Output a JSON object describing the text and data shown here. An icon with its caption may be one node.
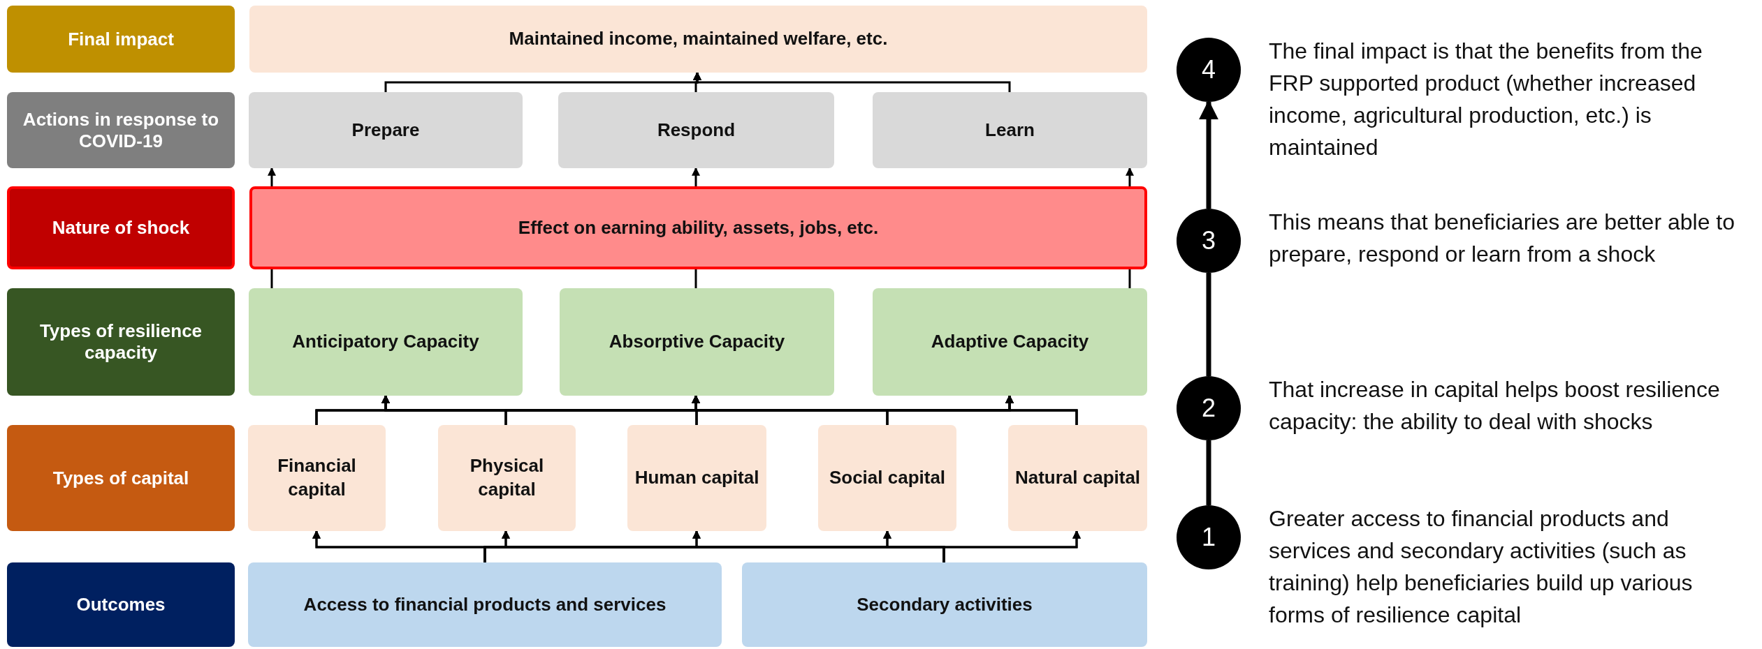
{
  "diagram": {
    "nodes": [
      {
        "text": [
          "Final impact"
        ]
      },
      {
        "text": [
          "Maintained income, maintained welfare, etc."
        ]
      },
      {
        "text": [
          "Actions in response to COVID-19"
        ]
      },
      {
        "text": [
          "Prepare"
        ]
      },
      {
        "text": [
          "Respond"
        ]
      },
      {
        "text": [
          "Learn"
        ]
      },
      {
        "text": [
          "Nature of shock"
        ]
      },
      {
        "text": [
          "Effect on earning ability, assets, jobs, etc."
        ]
      },
      {
        "text": [
          "Types of resilience capacity"
        ]
      },
      {
        "text": [
          "Anticipatory Capacity"
        ]
      },
      {
        "text": [
          "Absorptive Capacity"
        ]
      },
      {
        "text": [
          "Adaptive Capacity"
        ]
      },
      {
        "text": [
          "Types of capital"
        ]
      },
      {
        "text": [
          "Financial capital"
        ]
      },
      {
        "text": [
          "Physical capital"
        ]
      },
      {
        "text": [
          "Human capital"
        ]
      },
      {
        "text": [
          "Social capital"
        ]
      },
      {
        "text": [
          "Natural capital"
        ]
      },
      {
        "text": [
          "Outcomes"
        ]
      },
      {
        "text": [
          "Access to financial products and services"
        ]
      },
      {
        "text": [
          "Secondary activities"
        ]
      },
      {
        "text": [
          "4"
        ],
        "beside": [
          "The final impact is that the benefits from the FRP supported product (whether increased income, agricultural production, etc.) is maintained"
        ]
      },
      {
        "text": [
          "3"
        ],
        "beside": [
          "This means that beneficiaries are better able to prepare, respond or learn from a shock"
        ]
      },
      {
        "text": [
          "2"
        ],
        "beside": [
          "That increase in capital helps boost resilience capacity: the ability to deal with shocks"
        ]
      },
      {
        "text": [
          "1"
        ],
        "beside": [
          "Greater access to financial products and services and secondary activities (such as training) help beneficiaries build up various forms of resilience capital"
        ]
      }
    ],
    "edges": [
      {
        "from": 3,
        "to": 1,
        "arrow": "to"
      },
      {
        "from": 4,
        "to": 1,
        "arrow": "to"
      },
      {
        "from": 5,
        "to": 1,
        "arrow": "to"
      },
      {
        "from": 7,
        "to": 3,
        "arrow": "to"
      },
      {
        "from": 7,
        "to": 4,
        "arrow": "to"
      },
      {
        "from": 7,
        "to": 5,
        "arrow": "to"
      },
      {
        "from": 9,
        "to": 7,
        "arrow": "none"
      },
      {
        "from": 10,
        "to": 7,
        "arrow": "none"
      },
      {
        "from": 11,
        "to": 7,
        "arrow": "none"
      },
      {
        "from": 13,
        "to": 9,
        "arrow": "to"
      },
      {
        "from": 13,
        "to": 10,
        "arrow": "to"
      },
      {
        "from": 13,
        "to": 11,
        "arrow": "to"
      },
      {
        "from": 14,
        "to": 9,
        "arrow": "to"
      },
      {
        "from": 14,
        "to": 10,
        "arrow": "to"
      },
      {
        "from": 14,
        "to": 11,
        "arrow": "to"
      },
      {
        "from": 15,
        "to": 9,
        "arrow": "to"
      },
      {
        "from": 15,
        "to": 10,
        "arrow": "to"
      },
      {
        "from": 15,
        "to": 11,
        "arrow": "to"
      },
      {
        "from": 16,
        "to": 9,
        "arrow": "to"
      },
      {
        "from": 16,
        "to": 10,
        "arrow": "to"
      },
      {
        "from": 16,
        "to": 11,
        "arrow": "to"
      },
      {
        "from": 17,
        "to": 9,
        "arrow": "to"
      },
      {
        "from": 17,
        "to": 10,
        "arrow": "to"
      },
      {
        "from": 17,
        "to": 11,
        "arrow": "to"
      },
      {
        "from": 19,
        "to": 13,
        "arrow": "to"
      },
      {
        "from": 19,
        "to": 14,
        "arrow": "to"
      },
      {
        "from": 19,
        "to": 15,
        "arrow": "to"
      },
      {
        "from": 19,
        "to": 16,
        "arrow": "to"
      },
      {
        "from": 19,
        "to": 17,
        "arrow": "to"
      },
      {
        "from": 20,
        "to": 13,
        "arrow": "to"
      },
      {
        "from": 20,
        "to": 14,
        "arrow": "to"
      },
      {
        "from": 20,
        "to": 15,
        "arrow": "to"
      },
      {
        "from": 20,
        "to": 16,
        "arrow": "to"
      },
      {
        "from": 20,
        "to": 17,
        "arrow": "to"
      },
      {
        "from": 24,
        "to": 23,
        "arrow": "none",
        "style": "thick"
      },
      {
        "from": 23,
        "to": 22,
        "arrow": "none",
        "style": "thick"
      },
      {
        "from": 22,
        "to": 21,
        "arrow": "to",
        "style": "thick"
      }
    ]
  }
}
